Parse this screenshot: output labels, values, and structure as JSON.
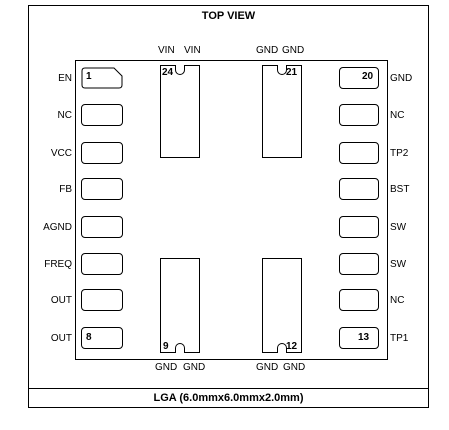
{
  "title": "TOP VIEW",
  "package": "LGA (6.0mmx6.0mmx2.0mm)",
  "left_pins": [
    "EN",
    "NC",
    "VCC",
    "FB",
    "AGND",
    "FREQ",
    "OUT",
    "OUT"
  ],
  "right_pins": [
    "GND",
    "NC",
    "TP2",
    "BST",
    "SW",
    "SW",
    "NC",
    "TP1"
  ],
  "top_labels": {
    "left": [
      "VIN",
      "VIN"
    ],
    "right": [
      "GND",
      "GND"
    ]
  },
  "bottom_labels": {
    "left": [
      "GND",
      "GND"
    ],
    "right": [
      "GND",
      "GND"
    ]
  },
  "pin_numbers": {
    "p1": "1",
    "p8": "8",
    "p9": "9",
    "p12": "12",
    "p13": "13",
    "p20": "20",
    "p21": "21",
    "p24": "24"
  }
}
